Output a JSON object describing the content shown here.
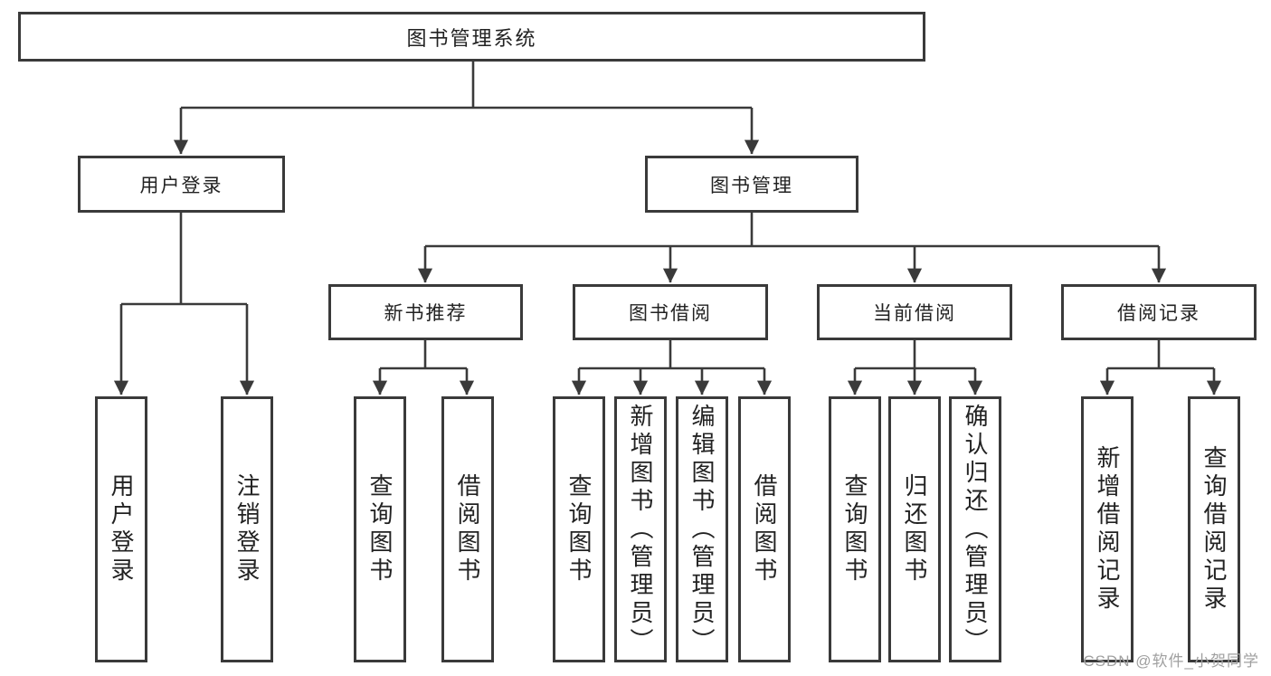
{
  "colors": {
    "line": "#3a3a3a",
    "text": "#222222",
    "watermark": "#a0a0a0",
    "background": "#ffffff"
  },
  "nodes": {
    "root": "图书管理系统",
    "user_login": "用户登录",
    "book_mgmt": "图书管理",
    "login": "用户登录",
    "logout": "注销登录",
    "new_book_rec": "新书推荐",
    "book_borrow": "图书借阅",
    "current_borrow": "当前借阅",
    "borrow_records": "借阅记录",
    "rec_query": "查询图书",
    "rec_borrow": "借阅图书",
    "bor_query": "查询图书",
    "bor_add": "新增图书（管理员）",
    "bor_edit": "编辑图书（管理员）",
    "bor_borrow": "借阅图书",
    "cur_query": "查询图书",
    "cur_return": "归还图书",
    "cur_confirm": "确认归还（管理员）",
    "log_add": "新增借阅记录",
    "log_query": "查询借阅记录"
  },
  "hierarchy": {
    "图书管理系统": {
      "用户登录": [
        "用户登录",
        "注销登录"
      ],
      "图书管理": {
        "新书推荐": [
          "查询图书",
          "借阅图书"
        ],
        "图书借阅": [
          "查询图书",
          "新增图书（管理员）",
          "编辑图书（管理员）",
          "借阅图书"
        ],
        "当前借阅": [
          "查询图书",
          "归还图书",
          "确认归还（管理员）"
        ],
        "借阅记录": [
          "新增借阅记录",
          "查询借阅记录"
        ]
      }
    }
  },
  "watermark": "CSDN @软件_小贺同学"
}
